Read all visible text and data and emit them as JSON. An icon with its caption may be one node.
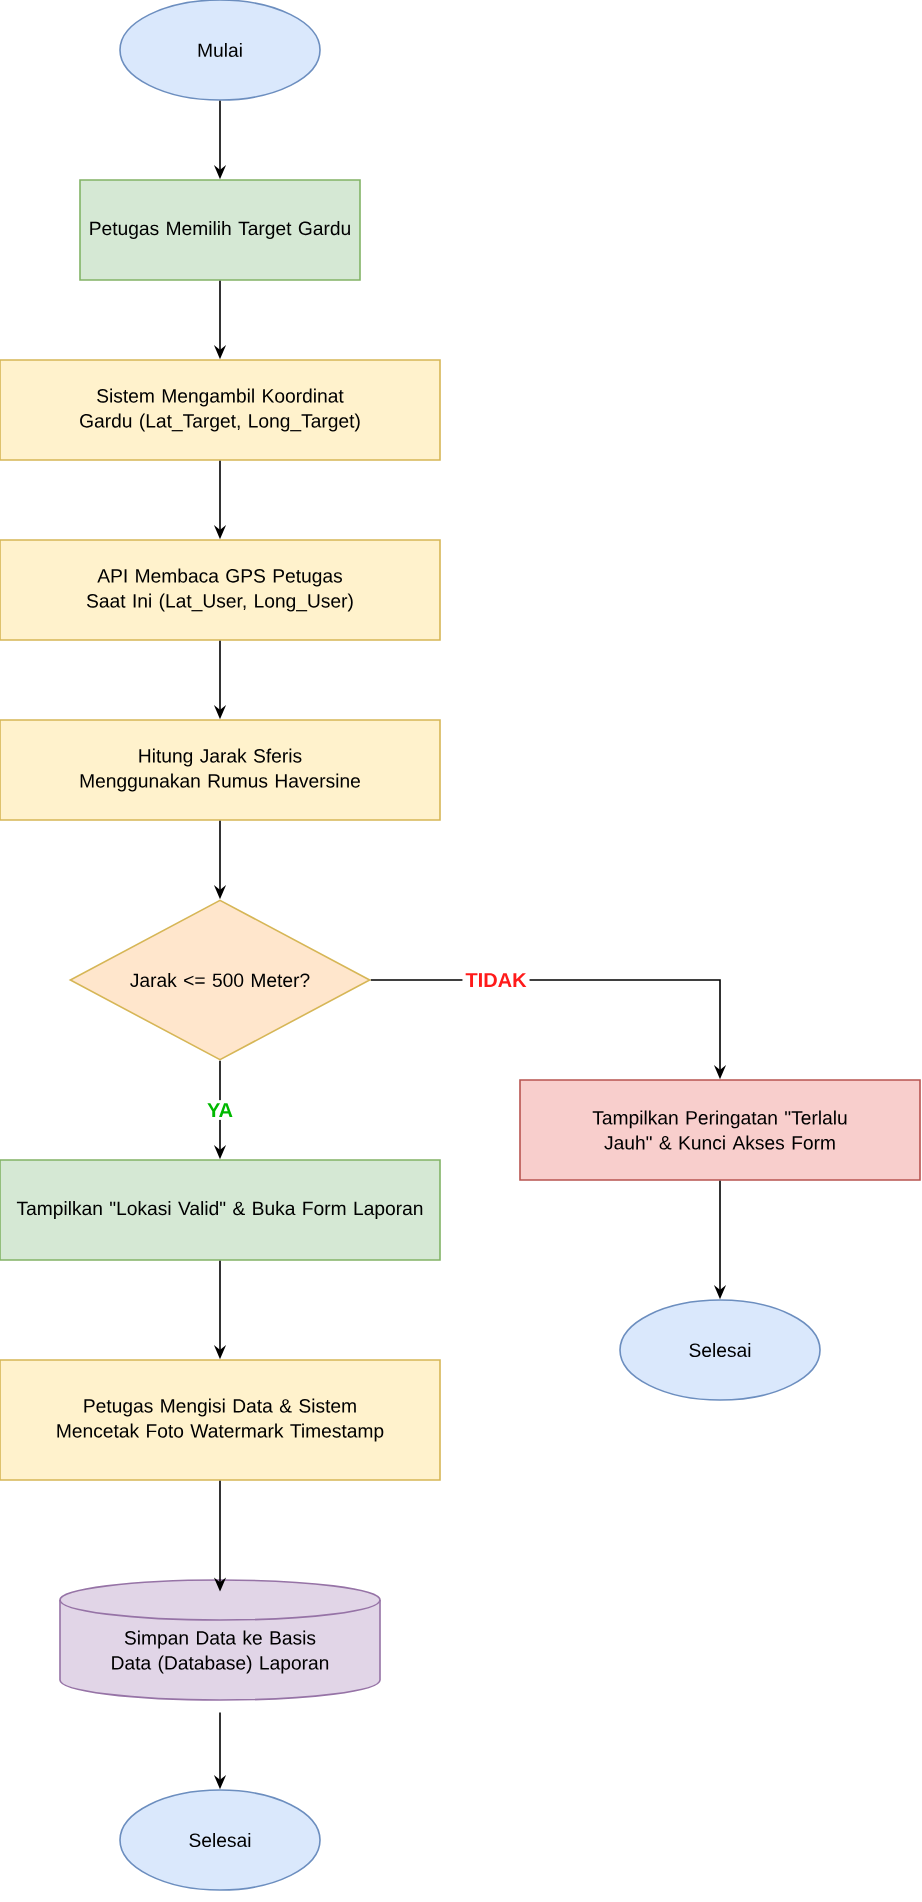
{
  "diagram": {
    "nodes": [
      {
        "text": [
          "Mulai"
        ]
      },
      {
        "text": [
          "Petugas Memilih Target Gardu"
        ]
      },
      {
        "text": [
          "Sistem Mengambil Koordinat Gardu (Lat_Target, Long_Target)"
        ]
      },
      {
        "text": [
          "API Membaca GPS Petugas Saat Ini (Lat_User, Long_User)"
        ]
      },
      {
        "text": [
          "Hitung Jarak Sferis Menggunakan Rumus Haversine"
        ]
      },
      {
        "text": [
          "Jarak <= 500 Meter?"
        ]
      },
      {
        "text": [
          "Tampilkan \"Lokasi Valid\" & Buka Form Laporan"
        ]
      },
      {
        "text": [
          "Tampilkan Peringatan \"Terlalu Jauh\" & Kunci Akses Form"
        ]
      },
      {
        "text": [
          "Petugas Mengisi Data & Sistem Mencetak Foto Watermark Timestamp"
        ]
      },
      {
        "text": [
          "Simpan Data ke Basis Data (Database) Laporan"
        ]
      },
      {
        "text": [
          "Selesai"
        ]
      },
      {
        "text": [
          "Selesai"
        ]
      }
    ],
    "edges": [
      {
        "from": 0,
        "to": 1,
        "arrow": "to"
      },
      {
        "from": 1,
        "to": 2,
        "arrow": "to"
      },
      {
        "from": 2,
        "to": 3,
        "arrow": "to"
      },
      {
        "from": 3,
        "to": 4,
        "arrow": "to"
      },
      {
        "from": 4,
        "to": 5,
        "arrow": "to"
      },
      {
        "from": 5,
        "to": 6,
        "arrow": "to",
        "label": "YA"
      },
      {
        "from": 5,
        "to": 7,
        "arrow": "to",
        "label": "TIDAK"
      },
      {
        "from": 7,
        "to": 11,
        "arrow": "to"
      },
      {
        "from": 6,
        "to": 8,
        "arrow": "to"
      },
      {
        "from": 8,
        "to": 9,
        "arrow": "to"
      },
      {
        "from": 9,
        "to": 10,
        "arrow": "to"
      }
    ]
  }
}
